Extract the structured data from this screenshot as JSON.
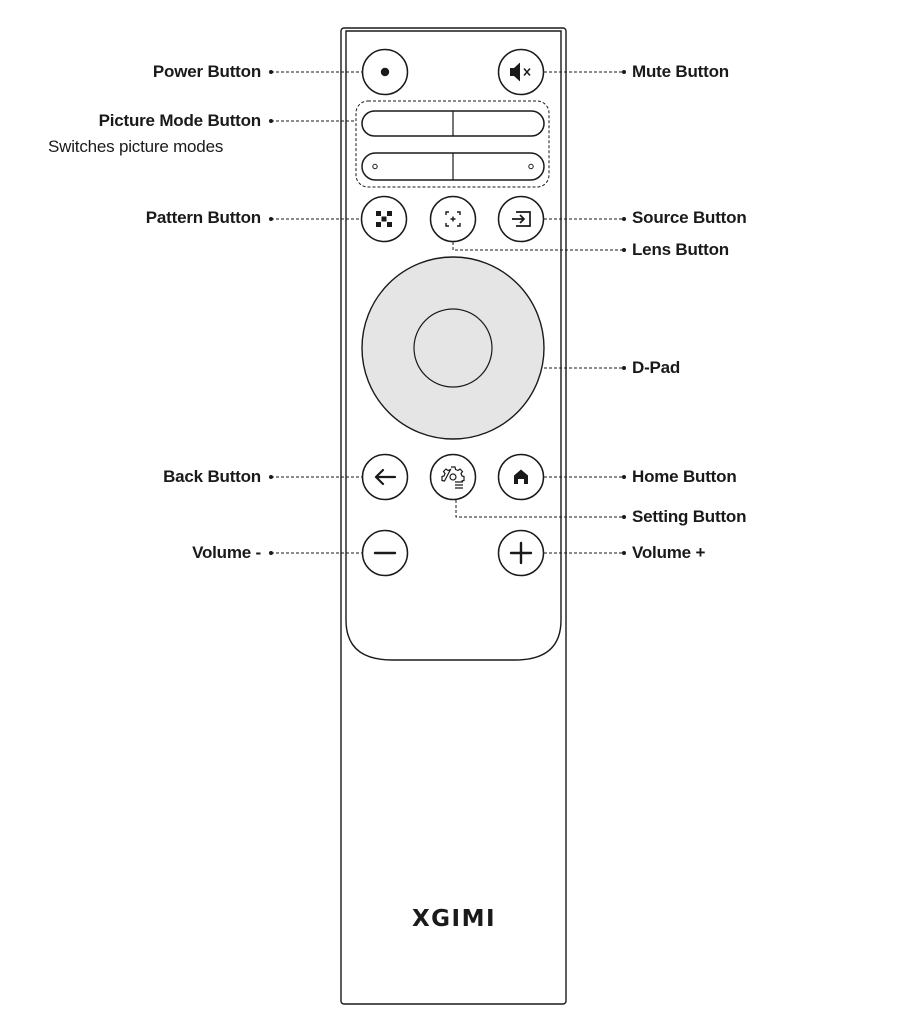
{
  "labels": {
    "power": "Power Button",
    "mute": "Mute Button",
    "picture_mode": "Picture Mode Button",
    "picture_mode_desc": "Switches picture modes",
    "pattern": "Pattern Button",
    "source": "Source Button",
    "lens": "Lens Button",
    "dpad": "D-Pad",
    "back": "Back Button",
    "home": "Home Button",
    "setting": "Setting Button",
    "volume_down": "Volume -",
    "volume_up": "Volume +"
  },
  "brand": "XGIMI",
  "icons": {
    "power": "dot-icon",
    "mute": "speaker-mute-icon",
    "pattern": "pattern-icon",
    "lens": "focus-icon",
    "source": "input-icon",
    "back": "arrow-left-icon",
    "setting": "gear-icon",
    "home": "home-icon",
    "volume_down": "minus-icon",
    "volume_up": "plus-icon"
  },
  "colors": {
    "outline": "#1a1a1a",
    "dpad_fill": "#e5e5e5",
    "background": "#ffffff"
  }
}
